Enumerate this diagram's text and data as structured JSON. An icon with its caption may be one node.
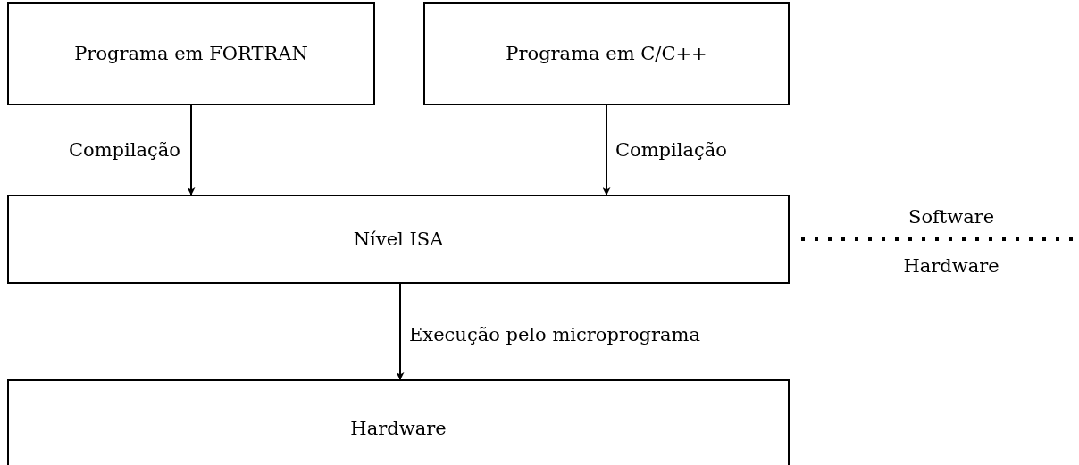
{
  "diagram": {
    "nodes": [
      {
        "text": [
          "Programa em FORTRAN"
        ]
      },
      {
        "text": [
          "Programa em C/C++"
        ]
      },
      {
        "text": [
          "Nível ISA"
        ]
      },
      {
        "text": [
          "Hardware"
        ]
      }
    ],
    "edges": [
      {
        "from": 0,
        "to": 2,
        "arrow": "to",
        "label": "Compilação"
      },
      {
        "from": 1,
        "to": 2,
        "arrow": "to",
        "label": "Compilação"
      },
      {
        "from": 2,
        "to": 3,
        "arrow": "to",
        "label": "Execução pelo microprograma"
      }
    ],
    "labels": [
      "Software",
      "Hardware"
    ]
  }
}
